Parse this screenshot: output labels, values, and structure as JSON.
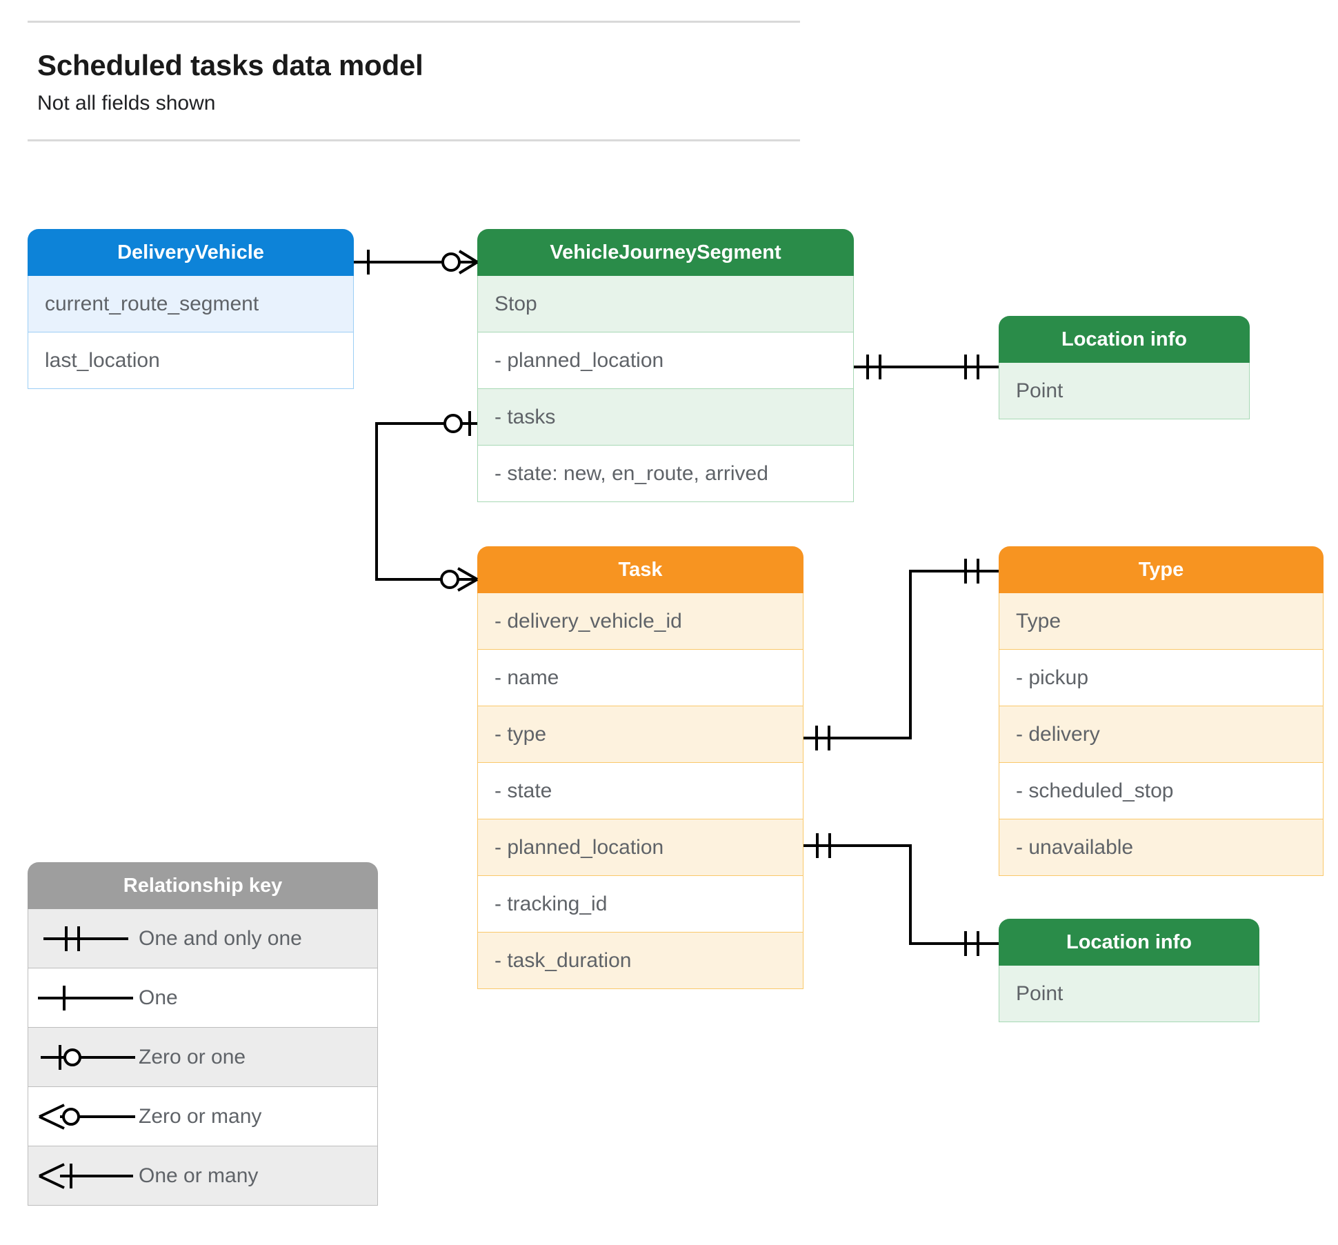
{
  "header": {
    "title": "Scheduled tasks data model",
    "subtitle": "Not all fields shown"
  },
  "colors": {
    "blue_header": "#0d83d8",
    "blue_row_alt": "#e8f2fd",
    "green_header": "#2a8c49",
    "green_row_alt": "#e7f3ea",
    "orange_header": "#f79421",
    "orange_row_alt": "#fdf2de",
    "grey_header": "#9e9e9e",
    "grey_row_alt": "#ececec",
    "text": "#5f6368",
    "line": "#000000"
  },
  "entities": {
    "delivery_vehicle": {
      "title": "DeliveryVehicle",
      "rows": [
        "current_route_segment",
        "last_location"
      ]
    },
    "vehicle_journey_segment": {
      "title": "VehicleJourneySegment",
      "rows": [
        "Stop",
        "-  planned_location",
        "- tasks",
        "- state: new, en_route, arrived"
      ]
    },
    "location_info_top": {
      "title": "Location info",
      "rows": [
        "Point"
      ]
    },
    "location_info_bottom": {
      "title": "Location info",
      "rows": [
        "Point"
      ]
    },
    "task": {
      "title": "Task",
      "rows": [
        "- delivery_vehicle_id",
        "- name",
        "- type",
        "- state",
        "- planned_location",
        "- tracking_id",
        "- task_duration"
      ]
    },
    "type": {
      "title": "Type",
      "rows": [
        "Type",
        "-  pickup",
        "-  delivery",
        "-  scheduled_stop",
        "-  unavailable"
      ]
    }
  },
  "legend": {
    "title": "Relationship key",
    "items": [
      {
        "symbol": "one-and-only-one",
        "label": "One and only one"
      },
      {
        "symbol": "one",
        "label": "One"
      },
      {
        "symbol": "zero-or-one",
        "label": "Zero or one"
      },
      {
        "symbol": "zero-or-many",
        "label": "Zero or many"
      },
      {
        "symbol": "one-or-many",
        "label": "One or many"
      }
    ]
  },
  "relationships": [
    {
      "from": "DeliveryVehicle",
      "from_cardinality": "one",
      "to": "VehicleJourneySegment",
      "to_cardinality": "zero-or-many"
    },
    {
      "from": "VehicleJourneySegment.tasks",
      "from_cardinality": "zero-or-one",
      "to": "Task",
      "to_cardinality": "zero-or-many"
    },
    {
      "from": "VehicleJourneySegment.planned_location",
      "from_cardinality": "one-and-only-one",
      "to": "Location info",
      "to_cardinality": "one-and-only-one"
    },
    {
      "from": "Task.type",
      "from_cardinality": "one-and-only-one",
      "to": "Type",
      "to_cardinality": "one-and-only-one"
    },
    {
      "from": "Task.planned_location",
      "from_cardinality": "one-and-only-one",
      "to": "Location info",
      "to_cardinality": "one-and-only-one"
    }
  ]
}
